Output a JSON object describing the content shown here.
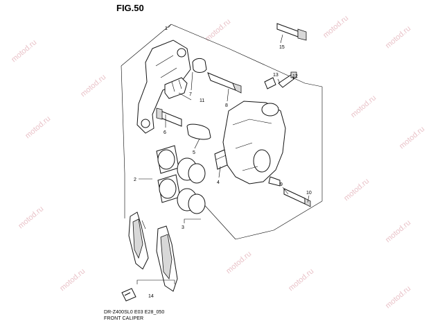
{
  "figure": {
    "title": "FIG.50",
    "code": "DR-Z400SL0 E03 E28_050",
    "caption": "FRONT CALIPER"
  },
  "watermark_text": "motod.ru",
  "callouts": [
    {
      "id": "c1",
      "label": "1"
    },
    {
      "id": "c2",
      "label": "2"
    },
    {
      "id": "c3",
      "label": "3"
    },
    {
      "id": "c4",
      "label": "4"
    },
    {
      "id": "c5",
      "label": "5"
    },
    {
      "id": "c6",
      "label": "6"
    },
    {
      "id": "c7",
      "label": "7"
    },
    {
      "id": "c8",
      "label": "8"
    },
    {
      "id": "c9",
      "label": "9"
    },
    {
      "id": "c10",
      "label": "10"
    },
    {
      "id": "c11",
      "label": "11"
    },
    {
      "id": "c12",
      "label": "12"
    },
    {
      "id": "c13",
      "label": "13"
    },
    {
      "id": "c14",
      "label": "14"
    },
    {
      "id": "c15",
      "label": "15"
    }
  ],
  "colors": {
    "line": "#000000",
    "watermark": "#e9c2c8",
    "background": "#ffffff"
  }
}
